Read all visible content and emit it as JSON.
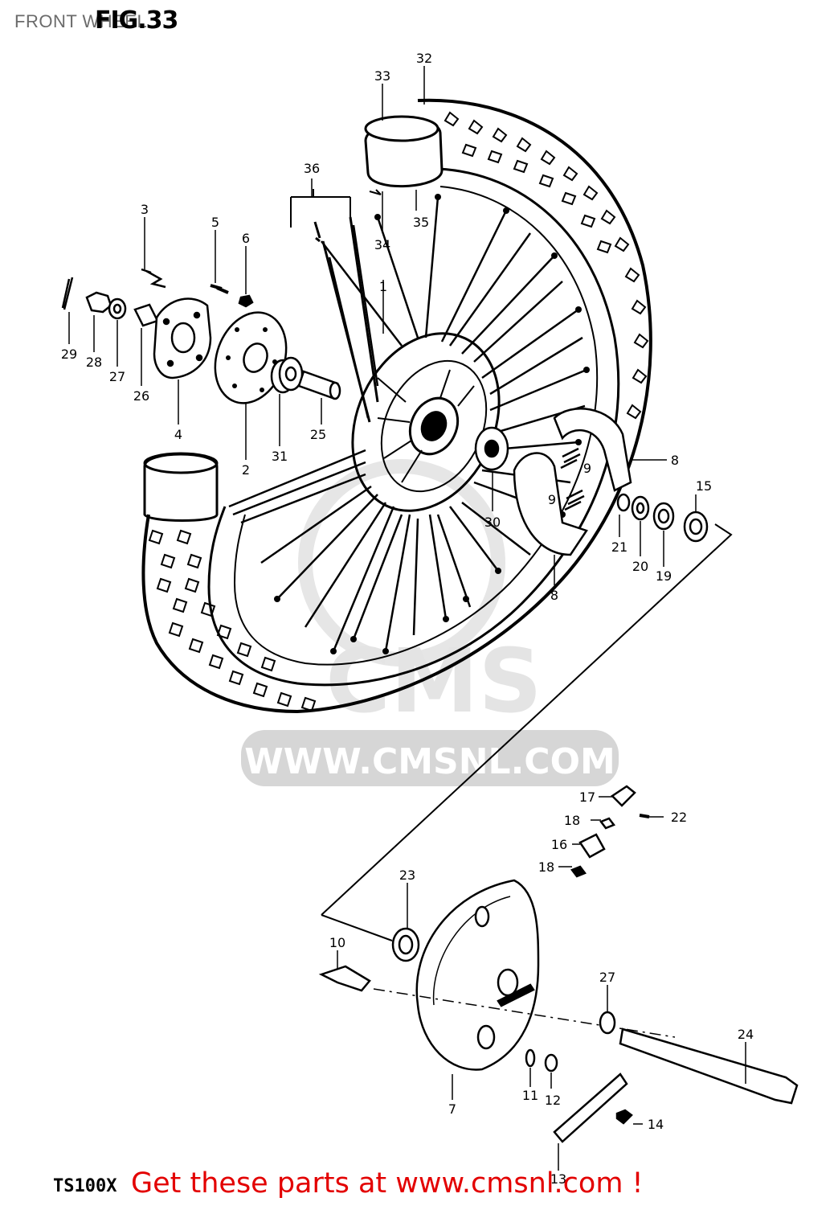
{
  "header": {
    "caption": "FRONT WHEEL",
    "figure_number": "FIG.33"
  },
  "watermark": {
    "url": "WWW.CMSNL.COM"
  },
  "model_code": "TS100X",
  "footer": {
    "cta": "Get these parts at www.cmsnl.com !"
  },
  "callouts": [
    "1",
    "2",
    "3",
    "4",
    "5",
    "6",
    "7",
    "8",
    "8",
    "9",
    "9",
    "10",
    "11",
    "12",
    "13",
    "14",
    "15",
    "16",
    "17",
    "18",
    "18",
    "19",
    "20",
    "21",
    "22",
    "23",
    "24",
    "25",
    "26",
    "27",
    "27",
    "28",
    "29",
    "30",
    "31",
    "32",
    "33",
    "34",
    "35",
    "36"
  ],
  "colors": {
    "ink": "#000000",
    "footer": "#e30000",
    "watermark": "#d9d9d9"
  }
}
